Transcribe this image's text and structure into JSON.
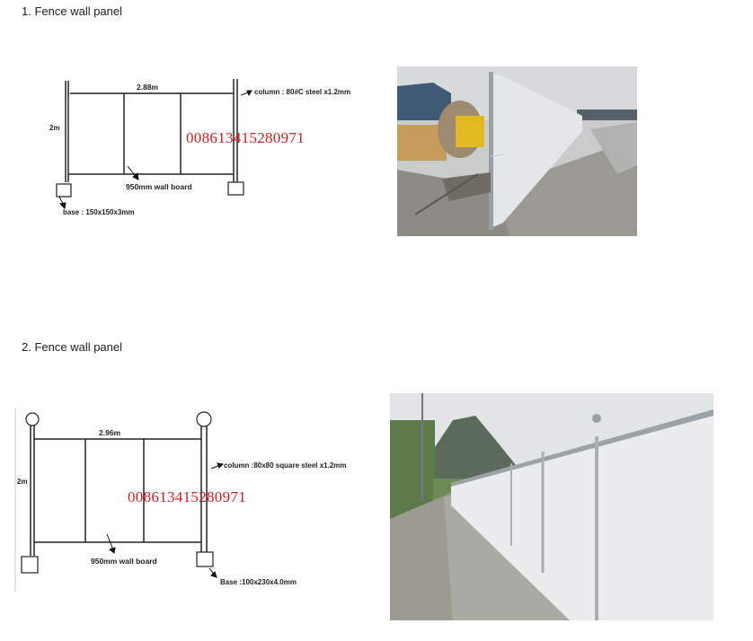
{
  "sections": [
    {
      "heading": "1.  Fence wall panel",
      "diagram": {
        "width_label": "2.88m",
        "height_label": "2m",
        "column_label": "column : 80#C steel x1.2mm",
        "board_label": "950mm wall board",
        "base_label": "base : 150x150x3mm",
        "contact_watermark": "008613415280971"
      },
      "photo": {
        "description_icon": "fence-photo-construction-site"
      }
    },
    {
      "heading": "2.  Fence wall panel",
      "diagram": {
        "width_label": "2.96m",
        "height_label": "2m",
        "column_label": "column :80x80 square steel x1.2mm",
        "board_label": "950mm wall board",
        "base_label": "Base :100x230x4.0mm",
        "contact_watermark": "008613415280971"
      },
      "photo": {
        "description_icon": "fence-photo-roadside"
      }
    }
  ]
}
